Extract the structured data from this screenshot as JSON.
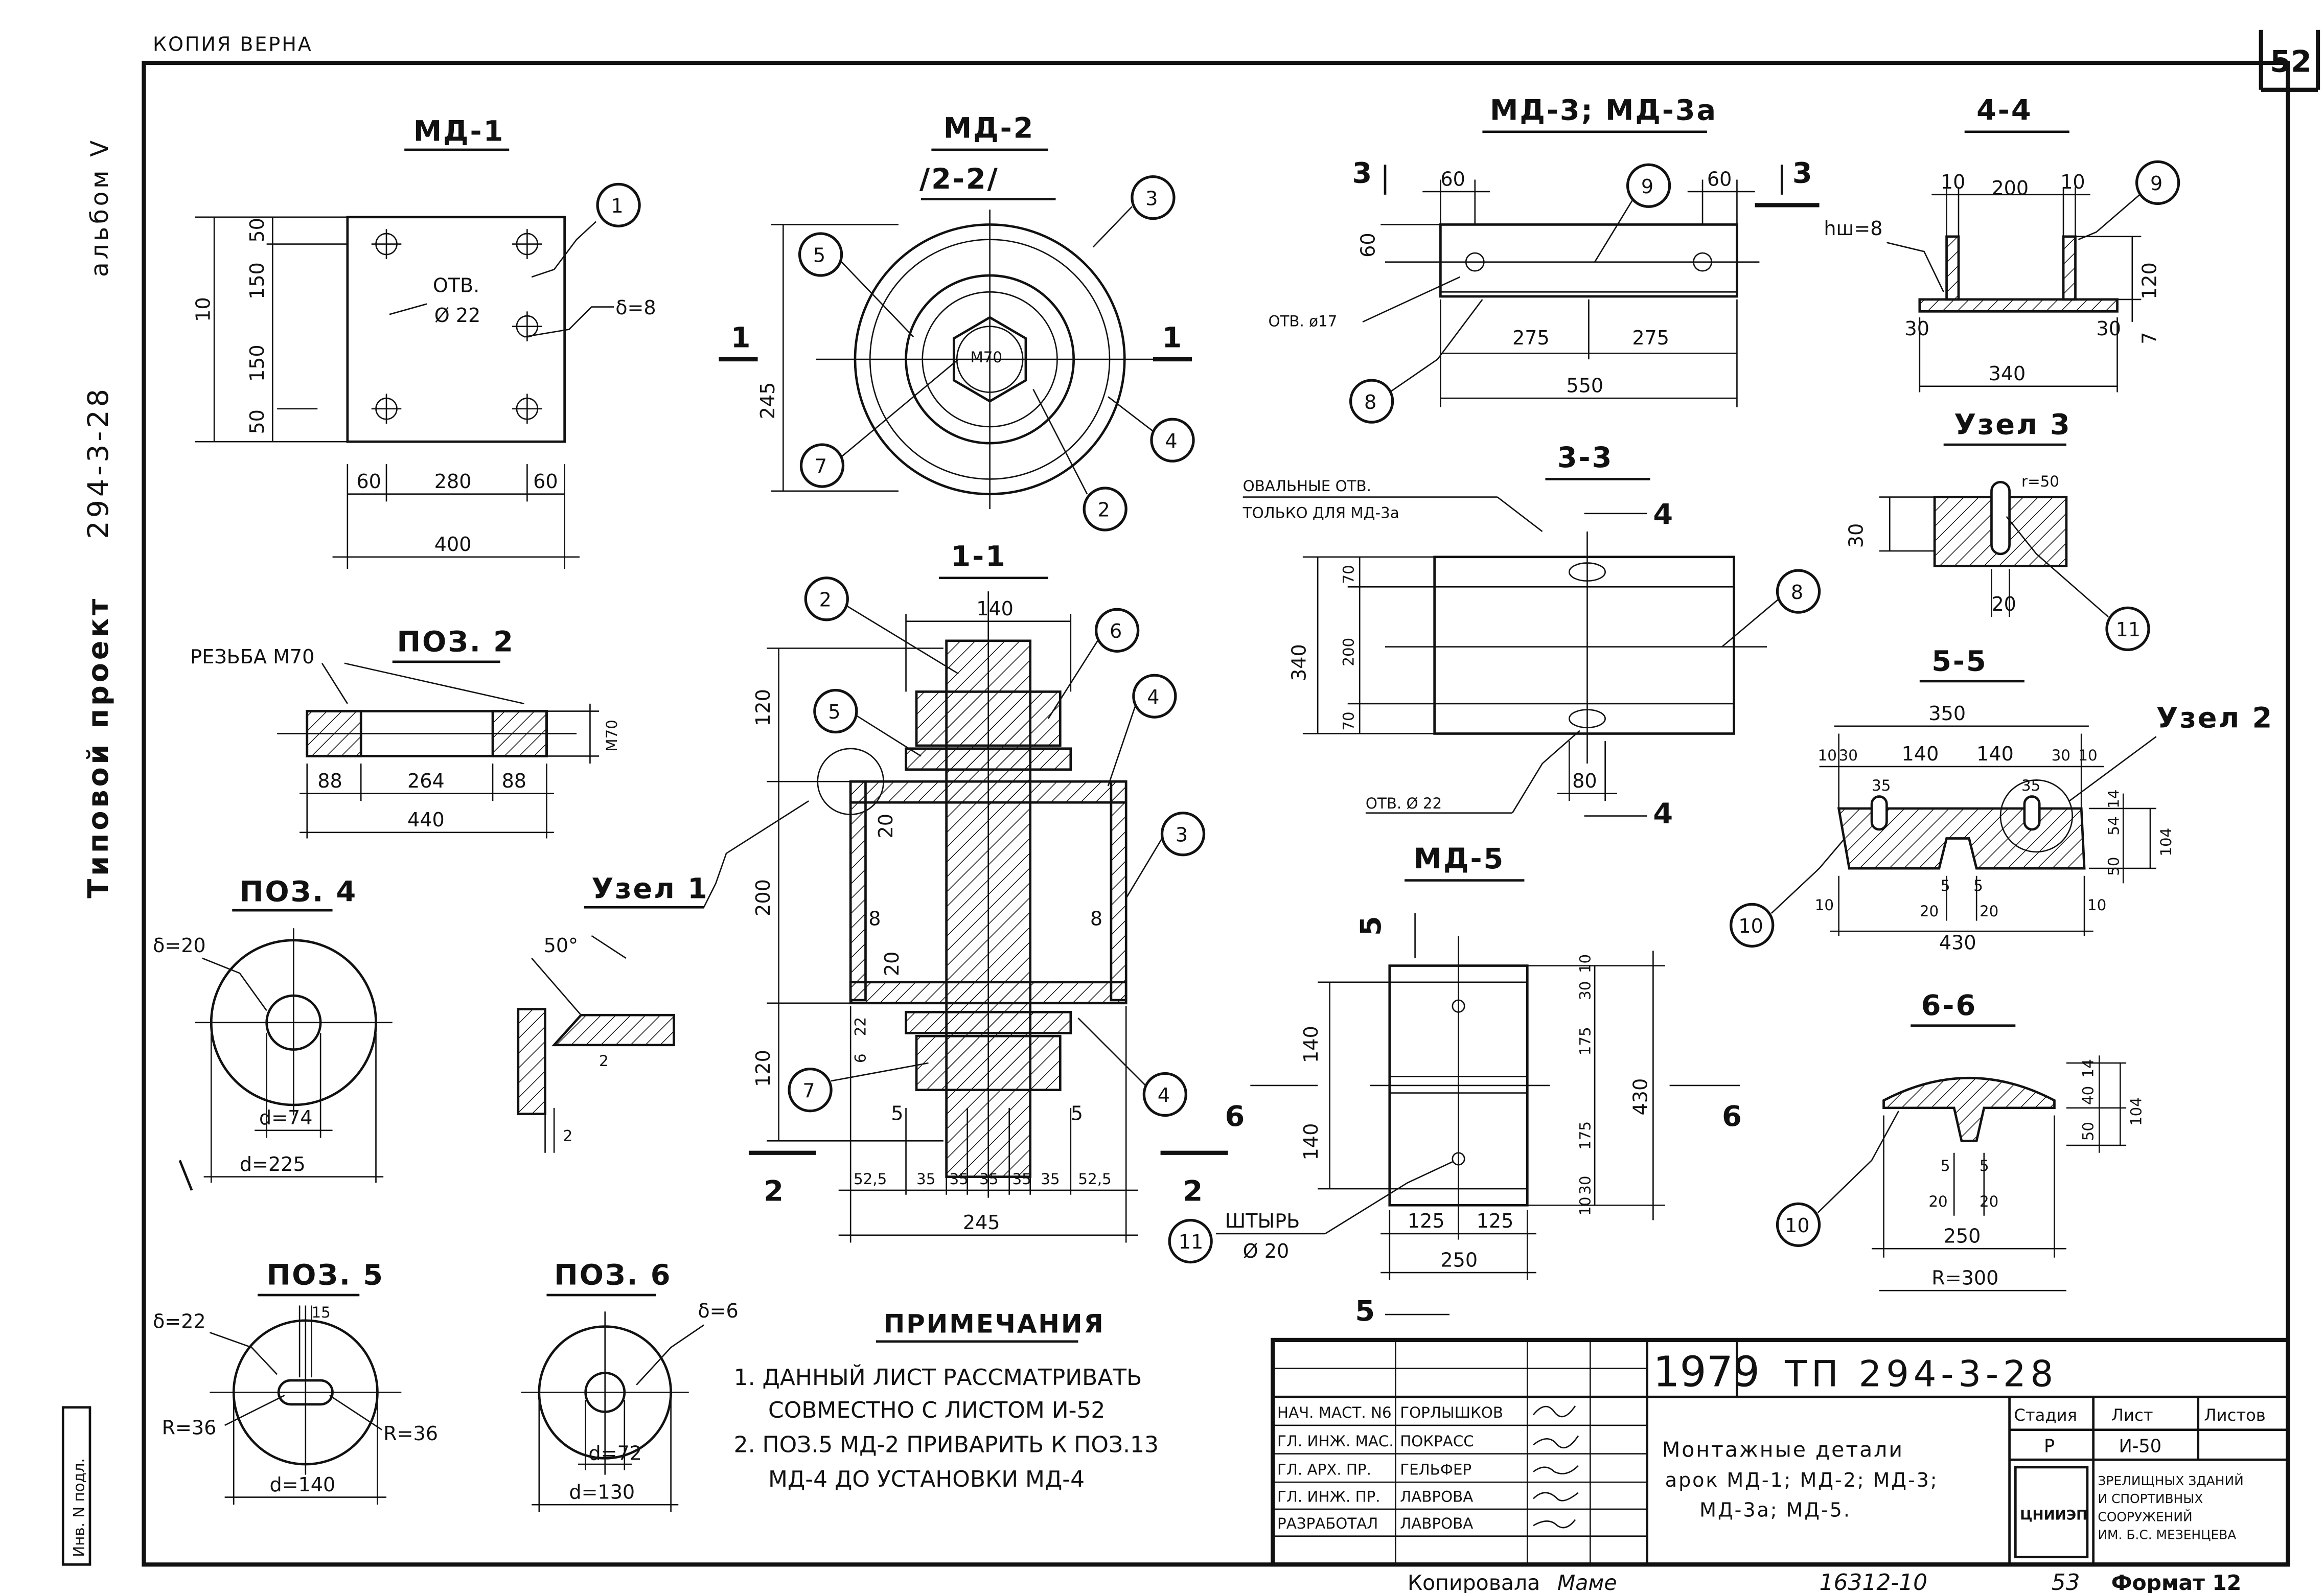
{
  "sheet": {
    "header": "КОПИЯ ВЕРНА",
    "page_number": "52",
    "side_project": "Типовой проект",
    "side_code": "294-3-28",
    "side_album": "альбом V",
    "inv_stamp": "Инв. N подл.",
    "copied_by": "Копировала",
    "copied_sign": "Маме",
    "bottom_number": "16312-10",
    "bottom_sheet": "53",
    "format": "Формат 12"
  },
  "views": {
    "md1": {
      "title": "МД-1",
      "callout": "1",
      "hole": "ОТВ.",
      "hole_dia": "Ø 22",
      "thickness": "δ=8",
      "dims": {
        "d50a": "50",
        "d150a": "150",
        "d150b": "150",
        "d50b": "50",
        "d10": "10",
        "d60a": "60",
        "d280": "280",
        "d60b": "60",
        "d400": "400"
      }
    },
    "md2": {
      "title": "МД-2",
      "subtitle": "/2-2/",
      "callouts": [
        "3",
        "5",
        "7",
        "2",
        "4"
      ],
      "bolt": "M70",
      "d245": "245",
      "sec": "1"
    },
    "md3": {
      "title": "МД-3; МД-3а",
      "callouts": [
        "9",
        "8"
      ],
      "sec": "3",
      "hole": "ОТВ. ø17",
      "dims": {
        "d60a": "60",
        "d60b": "60",
        "d60c": "60",
        "d275a": "275",
        "d275b": "275",
        "d550": "550"
      }
    },
    "s44": {
      "title": "4-4",
      "weld": "hш=8",
      "callout": "9",
      "dims": {
        "d10a": "10",
        "d200": "200",
        "d10b": "10",
        "d120": "120",
        "d30a": "30",
        "d30b": "30",
        "d7": "7",
        "d340": "340"
      }
    },
    "uzel3": {
      "title": "Узел 3",
      "r": "r=50",
      "d30": "30",
      "d20": "20",
      "callout": "11"
    },
    "s33": {
      "title": "3-3",
      "note1": "ОВАЛЬНЫЕ ОТВ.",
      "note2": "ТОЛЬКО ДЛЯ МД-3а",
      "hole": "ОТВ. Ø 22",
      "callout": "8",
      "sec": "4",
      "dims": {
        "d340": "340",
        "d70a": "70",
        "d200": "200",
        "d70b": "70",
        "d80": "80"
      }
    },
    "pos2": {
      "title": "ПОЗ. 2",
      "thread": "РЕЗЬБА M70",
      "m70": "M70",
      "dims": {
        "d88a": "88",
        "d264": "264",
        "d88b": "88",
        "d440": "440"
      }
    },
    "s11": {
      "title": "1-1",
      "callouts": [
        "2",
        "6",
        "5",
        "4",
        "3",
        "7",
        "4"
      ],
      "sec": "2",
      "dims": {
        "d140": "140",
        "d120a": "120",
        "d200": "200",
        "d120b": "120",
        "d20a": "20",
        "d20b": "20",
        "d8a": "8",
        "d8b": "8",
        "d22": "22",
        "d6": "6",
        "d5a": "5",
        "d5b": "5",
        "bottom": [
          "52,5",
          "35",
          "35",
          "35",
          "35",
          "35",
          "52,5"
        ],
        "d245": "245"
      }
    },
    "s55": {
      "title": "5-5",
      "node": "Узел 2",
      "callout": "10",
      "dims": {
        "d350": "350",
        "d10a": "10",
        "d30a": "30",
        "d140a": "140",
        "d140b": "140",
        "d30b": "30",
        "d10b": "10",
        "d35a": "35",
        "d35b": "35",
        "d14": "14",
        "d54": "54",
        "d50": "50",
        "d104": "104",
        "d10c": "10",
        "d5a": "5",
        "d5b": "5",
        "d20a": "20",
        "d20b": "20",
        "d10d": "10",
        "d430": "430"
      }
    },
    "pos4": {
      "title": "ПОЗ. 4",
      "thickness": "δ=20",
      "d_in": "d=74",
      "d_out": "d=225"
    },
    "uzel1": {
      "title": "Узел 1",
      "angle": "50°",
      "d2a": "2",
      "d2b": "2"
    },
    "md5": {
      "title": "МД-5",
      "sec5": "5",
      "sec6": "6",
      "pin": "ШТЫРЬ",
      "pin_dia": "Ø 20",
      "callout": "11",
      "dims": {
        "d10a": "10",
        "d30a": "30",
        "d175a": "175",
        "d175b": "175",
        "d30b": "30",
        "d10b": "10",
        "d430": "430",
        "d140a": "140",
        "d140b": "140",
        "d125a": "125",
        "d125b": "125",
        "d250": "250"
      }
    },
    "s66": {
      "title": "6-6",
      "callout": "10",
      "dims": {
        "d14": "14",
        "d40": "40",
        "d50": "50",
        "d104": "104",
        "d5a": "5",
        "d5b": "5",
        "d20a": "20",
        "d20b": "20",
        "d250": "250",
        "r300": "R=300"
      }
    },
    "pos5": {
      "title": "ПОЗ. 5",
      "thickness": "δ=22",
      "d15": "15",
      "r_left": "R=36",
      "r_right": "R=36",
      "d_out": "d=140"
    },
    "pos6": {
      "title": "ПОЗ. 6",
      "thickness": "δ=6",
      "d_in": "d=72",
      "d_out": "d=130"
    }
  },
  "notes": {
    "title": "ПРИМЕЧАНИЯ",
    "line1": "1. ДАННЫЙ ЛИСТ РАССМАТРИВАТЬ",
    "line1b": "СОВМЕСТНО С ЛИСТОМ И-52",
    "line2": "2. ПОЗ.5 МД-2 ПРИВАРИТЬ К ПОЗ.13",
    "line2b": "МД-4 ДО УСТАНОВКИ МД-4"
  },
  "title_block": {
    "year": "1979",
    "project": "ТП 294-3-28",
    "roles": [
      {
        "role": "НАЧ. МАСТ. N6",
        "name": "ГОРЛЫШКОВ"
      },
      {
        "role": "ГЛ. ИНЖ. МАС.",
        "name": "ПОКРАСС"
      },
      {
        "role": "ГЛ. АРХ. ПР.",
        "name": "ГЕЛЬФЕР"
      },
      {
        "role": "ГЛ. ИНЖ. ПР.",
        "name": "ЛАВРОВА"
      },
      {
        "role": "РАЗРАБОТАЛ",
        "name": "ЛАВРОВА"
      }
    ],
    "desc1": "Монтажные детали",
    "desc2": "арок МД-1; МД-2; МД-3;",
    "desc3": "МД-3а; МД-5.",
    "stage_label": "Стадия",
    "sheet_label": "Лист",
    "sheets_label": "Листов",
    "stage": "Р",
    "sheet": "И-50",
    "org_abbr": "ЦНИИЭП",
    "org1": "ЗРЕЛИЩНЫХ ЗДАНИЙ",
    "org2": "И СПОРТИВНЫХ",
    "org3": "СООРУЖЕНИЙ",
    "org4": "ИМ. Б.С. МЕЗЕНЦЕВА"
  }
}
